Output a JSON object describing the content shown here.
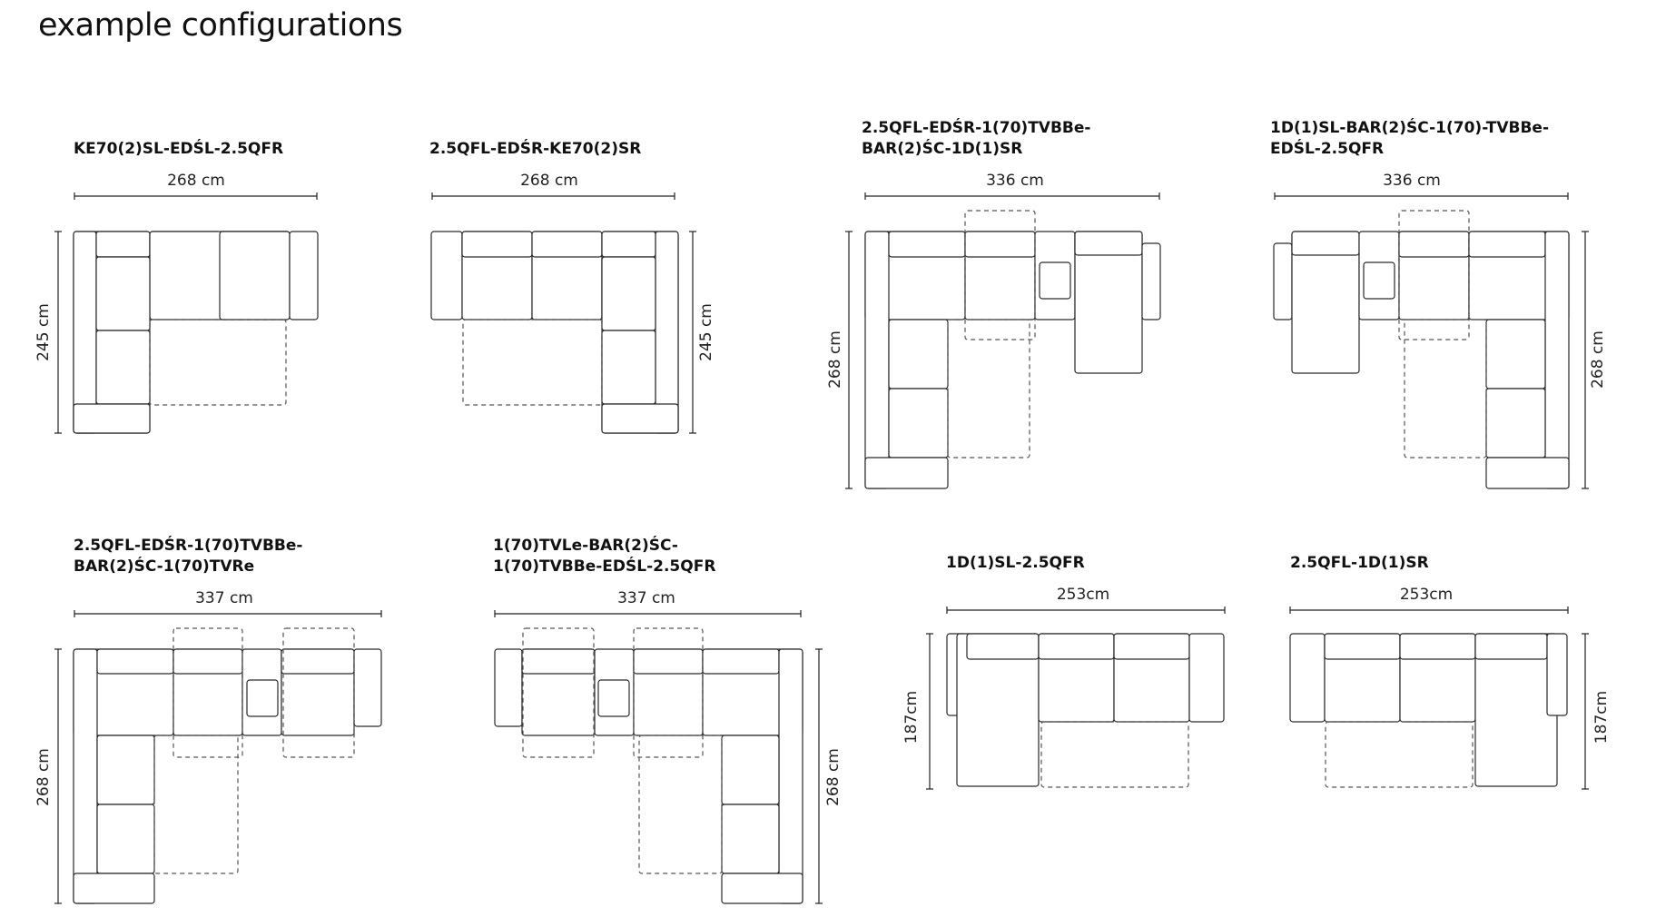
{
  "title": "example configurations",
  "configurations": [
    {
      "name_lines": [
        "KE70(2)SL-EDŚL-2.5QFR"
      ],
      "width": "268 cm",
      "depth": "245 cm"
    },
    {
      "name_lines": [
        "2.5QFL-EDŚR-KE70(2)SR"
      ],
      "width": "268 cm",
      "depth": "245 cm"
    },
    {
      "name_lines": [
        "2.5QFL-EDŚR-1(70)TVBBe-",
        "BAR(2)ŚC-1D(1)SR"
      ],
      "width": "336 cm",
      "depth": "268 cm"
    },
    {
      "name_lines": [
        "1D(1)SL-BAR(2)ŚC-1(70)-TVBBe-",
        "EDŚL-2.5QFR"
      ],
      "width": "336 cm",
      "depth": "268 cm"
    },
    {
      "name_lines": [
        "2.5QFL-EDŚR-1(70)TVBBe-",
        "BAR(2)ŚC-1(70)TVRe"
      ],
      "width": "337 cm",
      "depth": "268 cm"
    },
    {
      "name_lines": [
        "1(70)TVLe-BAR(2)ŚC-",
        "1(70)TVBBe-EDŚL-2.5QFR"
      ],
      "width": "337 cm",
      "depth": "268 cm"
    },
    {
      "name_lines": [
        "1D(1)SL-2.5QFR"
      ],
      "width": "253cm",
      "depth": "187cm"
    },
    {
      "name_lines": [
        "2.5QFL-1D(1)SR"
      ],
      "width": "253cm",
      "depth": "187cm"
    }
  ]
}
